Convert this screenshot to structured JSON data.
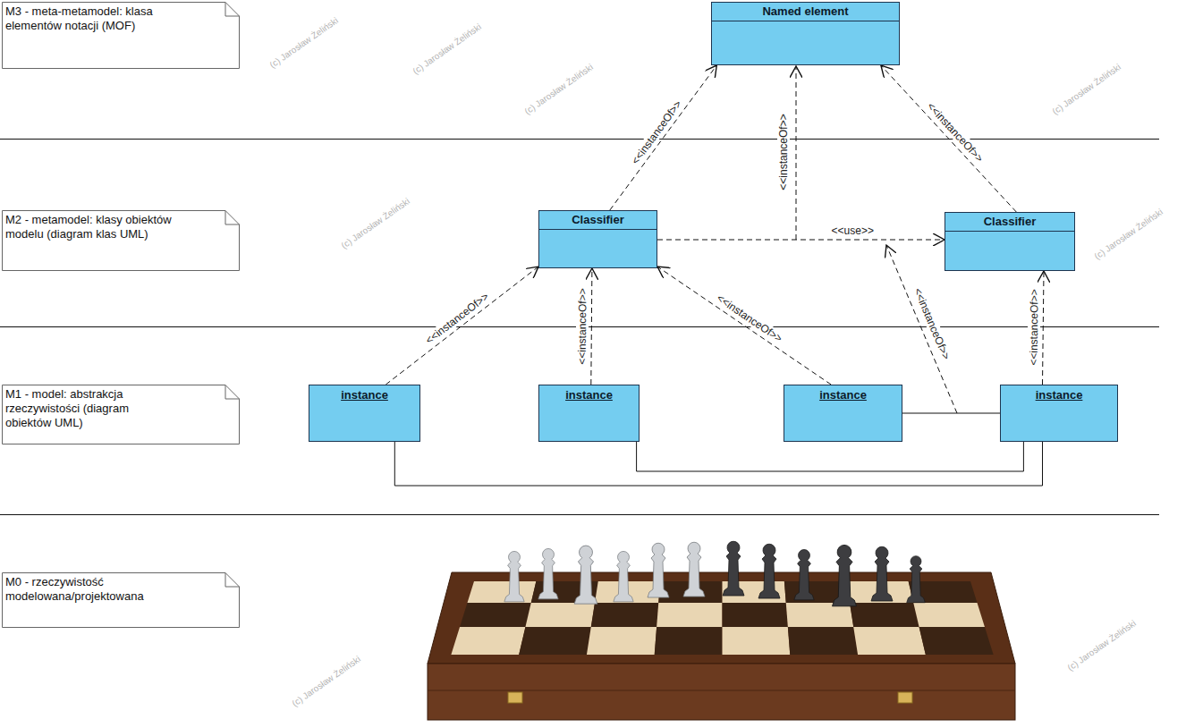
{
  "diagram": {
    "nodes": [
      {
        "text": [
          "M3 - meta-metamodel: klasa elementów notacji (MOF)"
        ]
      },
      {
        "text": [
          "Named element"
        ]
      },
      {
        "text": [
          "M2 - metamodel: klasy obiektów modelu (diagram klas UML)"
        ]
      },
      {
        "text": [
          "Classifier"
        ]
      },
      {
        "text": [
          "Classifier"
        ]
      },
      {
        "text": [
          "M1 - model: abstrakcja rzeczywistości (diagram obiektów UML)"
        ]
      },
      {
        "text": [
          "instance"
        ]
      },
      {
        "text": [
          "instance"
        ]
      },
      {
        "text": [
          "instance"
        ]
      },
      {
        "text": [
          "instance"
        ]
      },
      {
        "text": [
          "M0 - rzeczywistość modelowana/projektowana"
        ]
      }
    ],
    "edges": [
      {
        "from": 3,
        "to": 1,
        "arrow": "to",
        "label": "<<instanceOf>>"
      },
      {
        "from": 4,
        "to": 1,
        "arrow": "to",
        "label": "<<instanceOf>>"
      },
      {
        "from": 3,
        "to": 4,
        "arrow": "to",
        "label": "<<use>>"
      },
      {
        "from": 6,
        "to": 3,
        "arrow": "to",
        "label": "<<instanceOf>>"
      },
      {
        "from": 7,
        "to": 3,
        "arrow": "to",
        "label": "<<instanceOf>>"
      },
      {
        "from": 8,
        "to": 3,
        "arrow": "to",
        "label": "<<instanceOf>>"
      },
      {
        "from": 9,
        "to": 4,
        "arrow": "to",
        "label": "<<instanceOf>>"
      },
      {
        "from": 6,
        "to": 9,
        "arrow": "none"
      },
      {
        "from": 7,
        "to": 9,
        "arrow": "none"
      },
      {
        "from": 8,
        "to": 9,
        "arrow": "none"
      }
    ],
    "labels": [
      "<<instanceOf>>",
      "<<instanceOf>>",
      "(c) Jarosław Żeliński",
      "(c) Jarosław Żeliński",
      "(c) Jarosław Żeliński",
      "(c) Jarosław Żeliński",
      "(c) Jarosław Żeliński",
      "(c) Jarosław Żeliński",
      "(c) Jarosław Żeliński",
      "(c) Jarosław Żeliński"
    ]
  }
}
